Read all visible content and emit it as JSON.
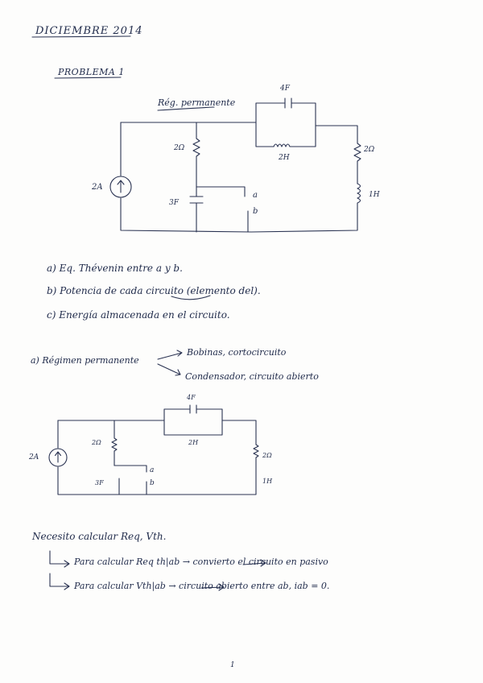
{
  "header": {
    "date": "DICIEMBRE 2014",
    "problem": "PROBLEMA 1"
  },
  "circuit1": {
    "title": "Rég. permanente",
    "source": "2A",
    "r_left": "2Ω",
    "cap_left": "3F",
    "cap_top": "4F",
    "ind_top": "2H",
    "r_right": "2Ω",
    "ind_right": "1H",
    "node_a": "a",
    "node_b": "b"
  },
  "questions": [
    "a) Eq. Thévenin entre a y b.",
    "b) Potencia de cada circuito (elemento del).",
    "c) Energía almacenada en el circuito."
  ],
  "answer": {
    "line_prefix": "a) Régimen permanente",
    "case1": "Bobinas, cortocircuito",
    "case2": "Condensador, circuito abierto"
  },
  "circuit2": {
    "source": "2A",
    "r_left": "2Ω",
    "cap_left": "3F",
    "cap_top": "4F",
    "ind_top": "2H",
    "r_right": "2Ω",
    "ind_right": "1H",
    "node_a": "a",
    "node_b": "b"
  },
  "notes": {
    "line1": "Necesito calcular Req, Vth.",
    "line2": "Para calcular Req th|ab → convierto el circuito en pasivo",
    "line3": "Para calcular Vth|ab → circuito abierto entre ab, iab = 0."
  },
  "page_number": "1"
}
